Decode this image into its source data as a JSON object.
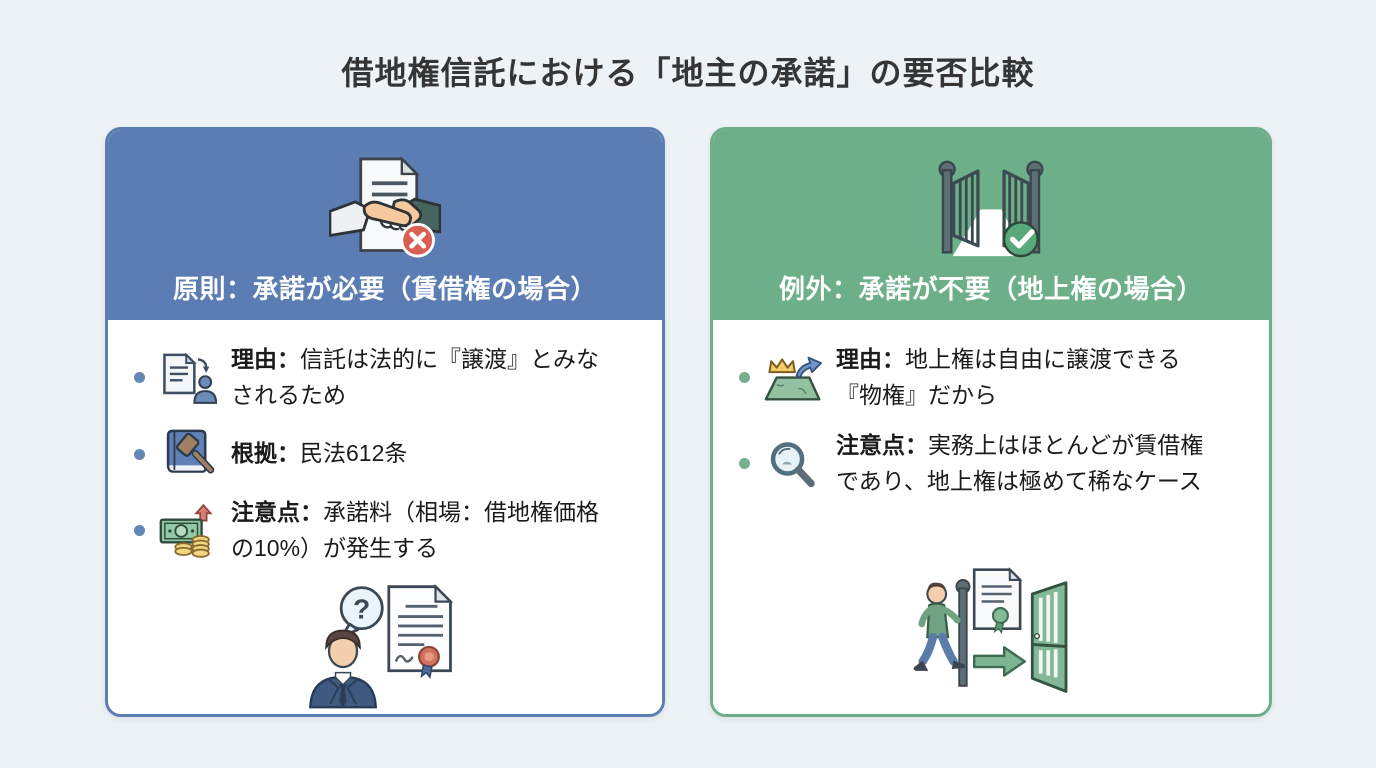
{
  "page": {
    "title": "借地権信託における「地主の承諾」の要否比較",
    "background_color": "#edf2f6"
  },
  "cards": {
    "left": {
      "accent_color": "#5b7db3",
      "header": {
        "title": "原則：承諾が必要（賃借権の場合）",
        "icon": "handshake-contract-icon",
        "badge_icon": "x-badge-icon",
        "badge_color": "#d95f55"
      },
      "bullets": [
        {
          "icon": "document-transfer-person-icon",
          "label": "理由：",
          "text": "信託は法的に『譲渡』とみな\nされるため"
        },
        {
          "icon": "law-book-gavel-icon",
          "label": "根拠：",
          "text": "民法612条"
        },
        {
          "icon": "consent-fee-money-icon",
          "label": "注意点：",
          "text": "承諾料（相場：借地権価格\nの10%）が発生する"
        }
      ],
      "illustration": {
        "name": "businessman-question-certificate",
        "bubble_text": "?"
      }
    },
    "right": {
      "accent_color": "#6caf88",
      "header": {
        "title": "例外：承諾が不要（地上権の場合）",
        "icon": "open-gate-icon",
        "badge_icon": "check-badge-icon",
        "badge_color": "#57a87b"
      },
      "bullets": [
        {
          "icon": "land-crown-transfer-icon",
          "label": "理由：",
          "text": "地上権は自由に譲渡できる\n『物権』だから"
        },
        {
          "icon": "magnifier-icon",
          "label": "注意点：",
          "text": "実務上はほとんどが賃借権\nであり、地上権は極めて稀なケース"
        }
      ],
      "illustration": {
        "name": "person-entering-open-gate"
      }
    }
  }
}
